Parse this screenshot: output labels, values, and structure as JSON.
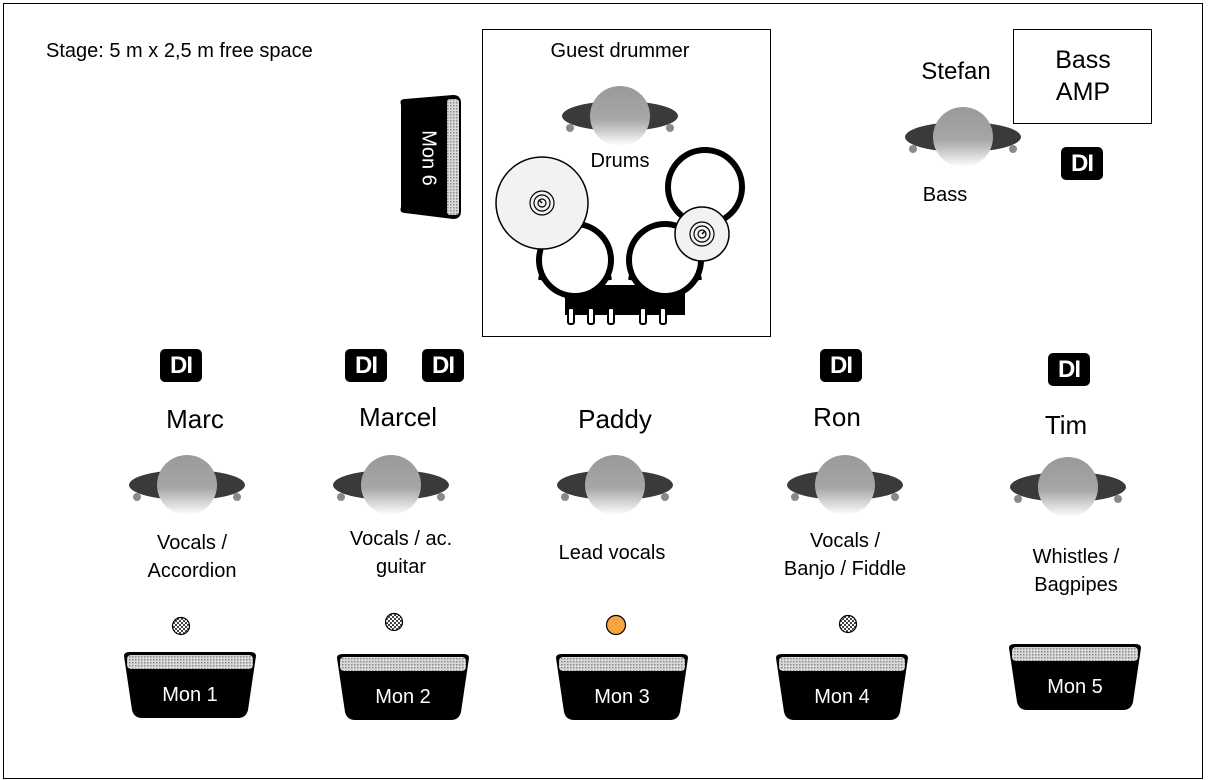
{
  "stage_info": "Stage: 5 m x 2,5 m free space",
  "drum_area": {
    "title": "Guest drummer",
    "instrument": "Drums"
  },
  "mon6": {
    "label": "Mon 6"
  },
  "stefan": {
    "name": "Stefan",
    "instrument": "Bass"
  },
  "bass_amp": {
    "line1": "Bass",
    "line2": "AMP"
  },
  "di_label": "DI",
  "performers": [
    {
      "name": "Marc",
      "line1": "Vocals /",
      "line2": "Accordion",
      "monitor": "Mon 1",
      "mic": "grid"
    },
    {
      "name": "Marcel",
      "line1": "Vocals / ac.",
      "line2": "guitar",
      "monitor": "Mon 2",
      "mic": "grid"
    },
    {
      "name": "Paddy",
      "line1": "Lead vocals",
      "line2": "",
      "monitor": "Mon 3",
      "mic": "orange"
    },
    {
      "name": "Ron",
      "line1": "Vocals /",
      "line2": "Banjo / Fiddle",
      "monitor": "Mon 4",
      "mic": "grid"
    },
    {
      "name": "Tim",
      "line1": "Whistles /",
      "line2": "Bagpipes",
      "monitor": "Mon 5",
      "mic": "none"
    }
  ],
  "colors": {
    "mic_orange": "#f7a540",
    "head_gray": "#9a9a9a",
    "body_dark": "#3a3a3a"
  },
  "icons": [
    "person-topview-icon",
    "di-box-icon",
    "floor-monitor-icon",
    "microphone-icon",
    "cymbal-icon",
    "drum-icon"
  ]
}
